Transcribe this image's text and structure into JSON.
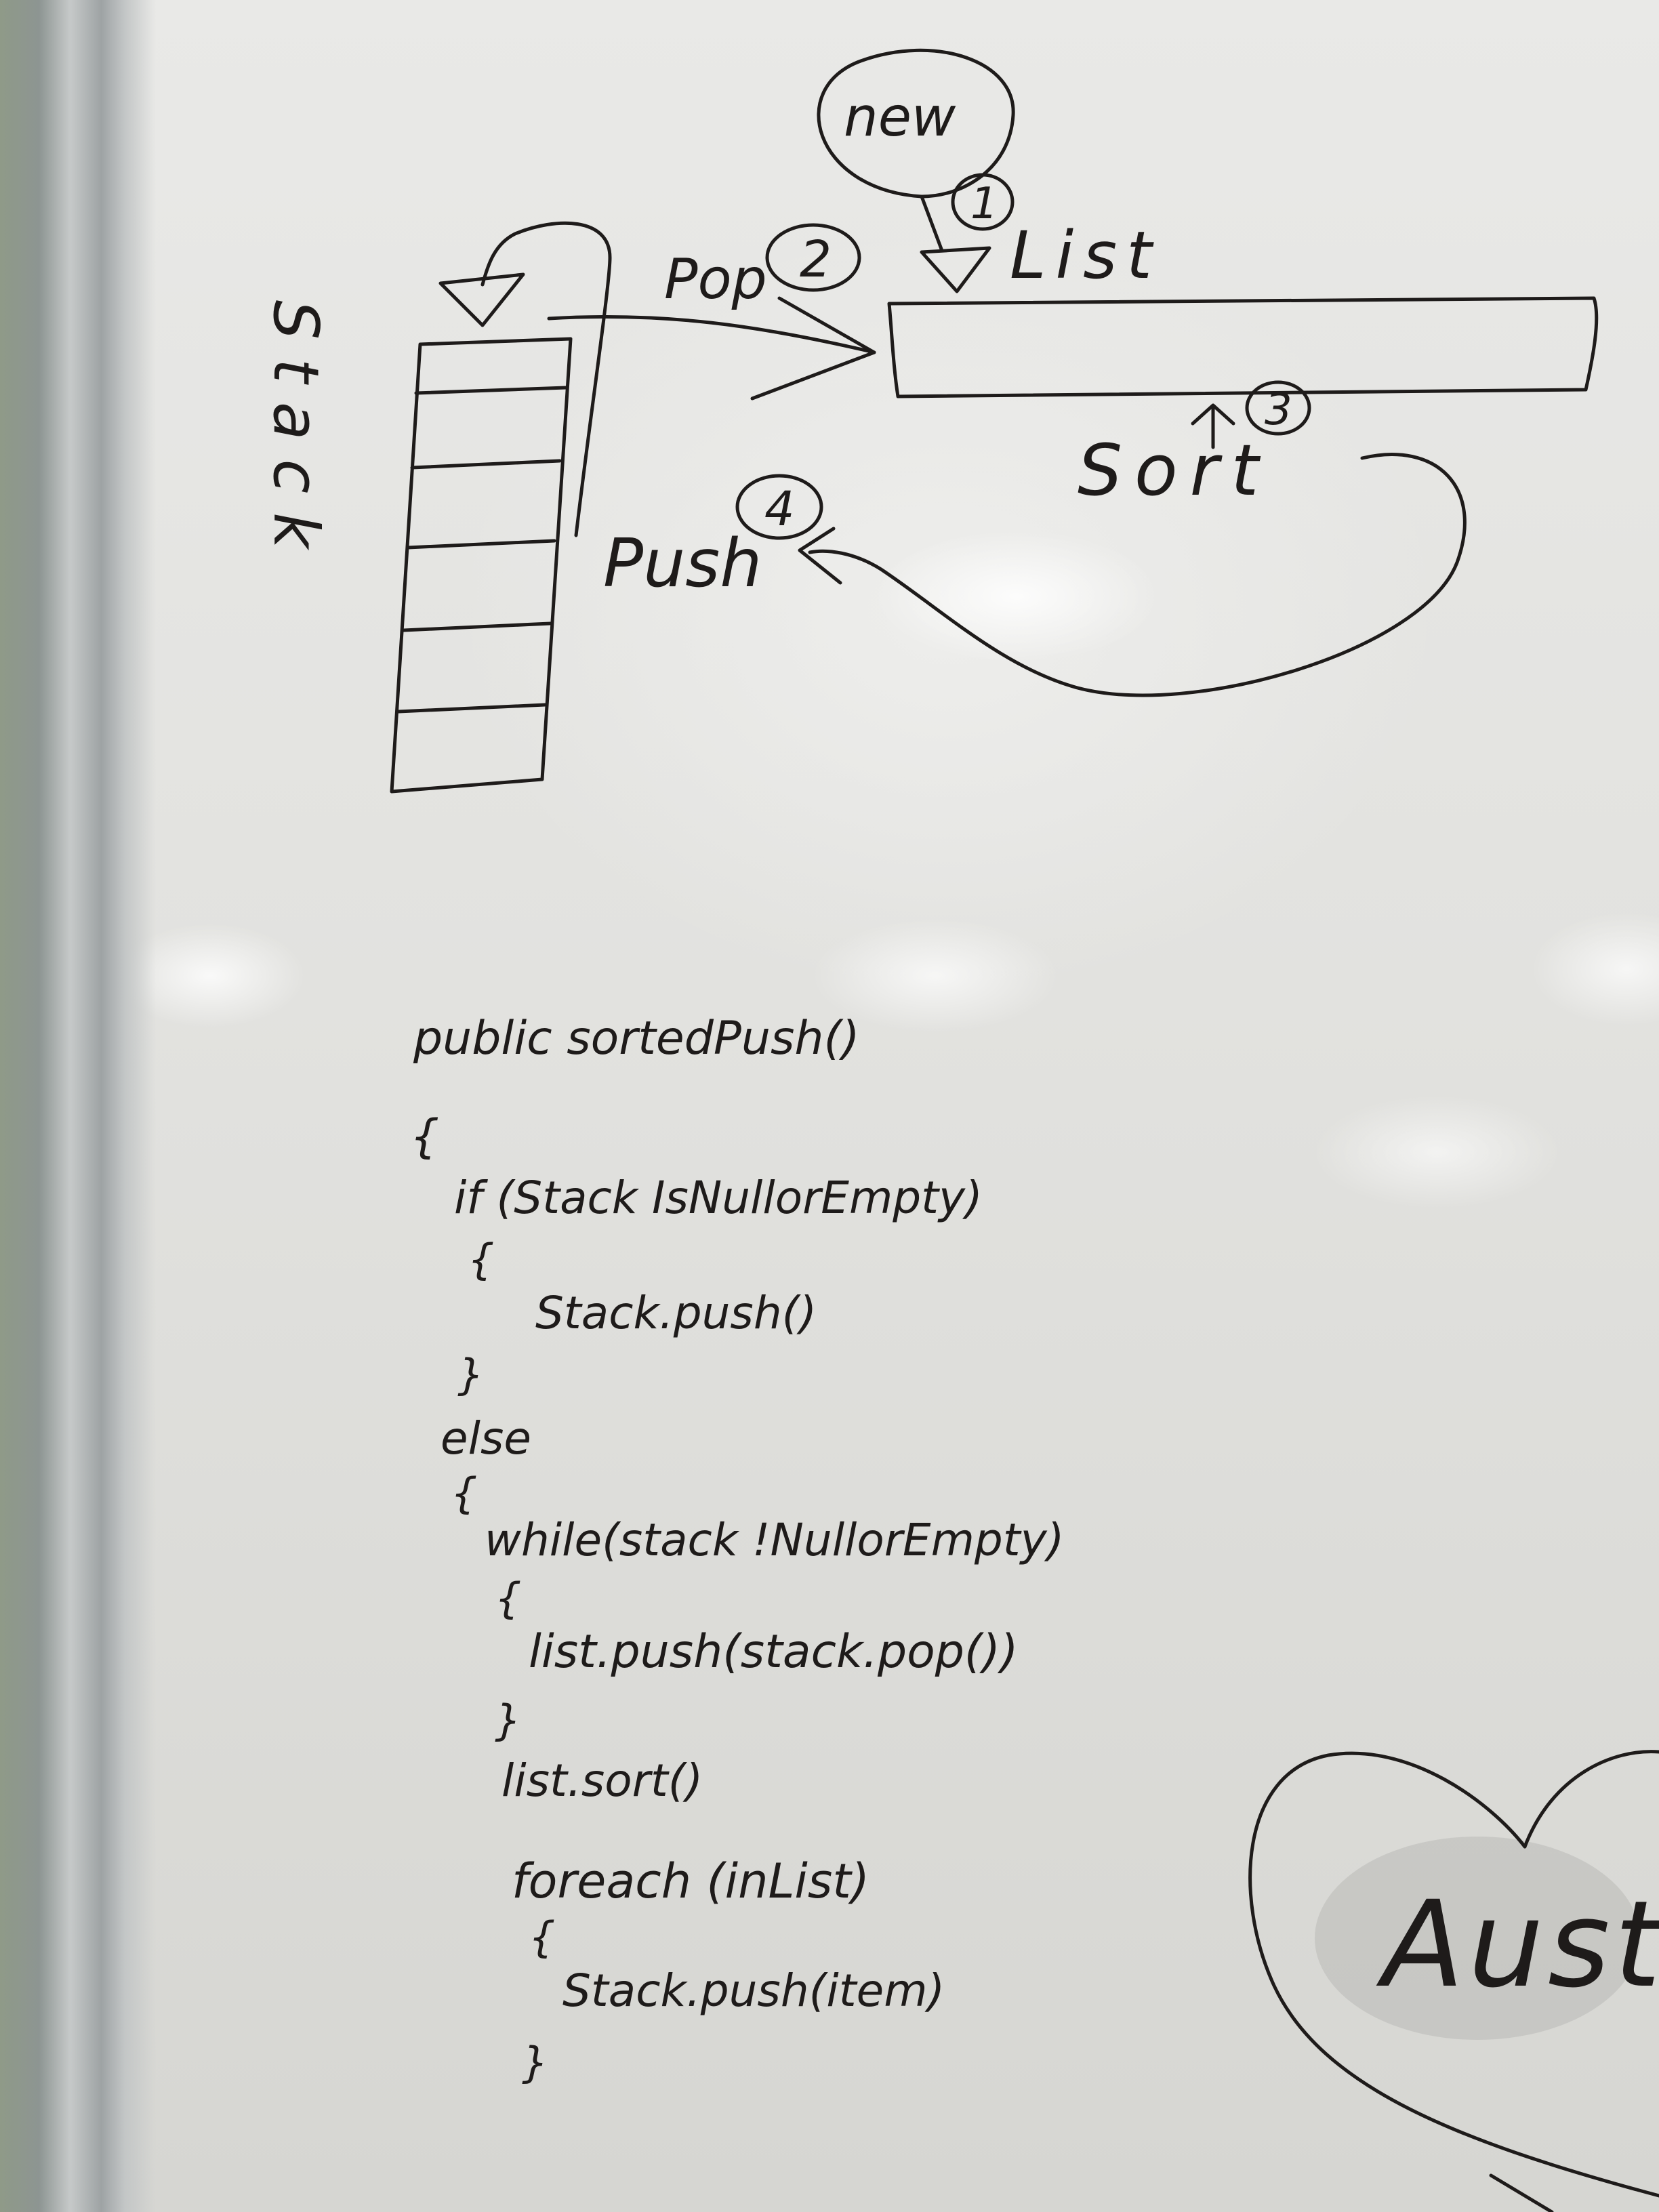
{
  "diagram": {
    "stack_label": "Stack",
    "new_label": "new",
    "list_label": "List",
    "pop_label": "Pop",
    "sort_label": "Sort",
    "push_label": "Push",
    "step_1": "1",
    "step_2": "2",
    "step_3": "3",
    "step_4": "4"
  },
  "code": {
    "lines": [
      "public sortedPush()",
      "{",
      "if (Stack IsNullorEmpty)",
      "{",
      "Stack.push()",
      "}",
      "else",
      "{",
      "while(stack !NullorEmpty)",
      "{",
      "list.push(stack.pop())",
      "}",
      "list.sort()",
      "foreach (inList)",
      "{",
      "Stack.push(item)",
      "}"
    ]
  },
  "heart": {
    "text": "Austi"
  }
}
